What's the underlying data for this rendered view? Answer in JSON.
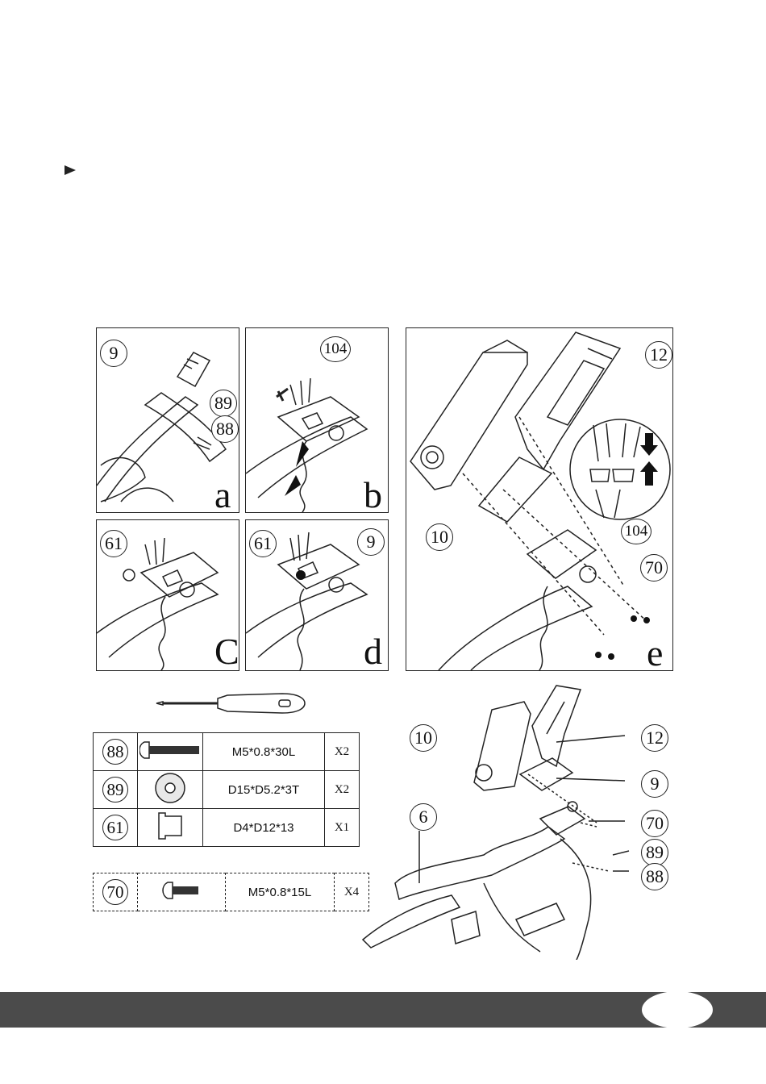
{
  "panels": {
    "a": {
      "letter": "a",
      "callouts": [
        "9",
        "89",
        "88"
      ]
    },
    "b": {
      "letter": "b",
      "callouts": [
        "104"
      ]
    },
    "c": {
      "letter": "C",
      "callouts": [
        "61"
      ]
    },
    "d": {
      "letter": "d",
      "callouts": [
        "61",
        "9"
      ]
    },
    "e": {
      "letter": "e",
      "callouts": [
        "12",
        "10",
        "104",
        "70"
      ]
    }
  },
  "assembly_callouts": {
    "console": "10",
    "bracket": "12",
    "plate": "9",
    "screw_small": "70",
    "washer": "89",
    "screw_long": "88",
    "handlebar": "6"
  },
  "parts_table": [
    {
      "num": "88",
      "size": "M5*0.8*30L",
      "qty": "X2",
      "icon": "long-screw-icon"
    },
    {
      "num": "89",
      "size": "D15*D5.2*3T",
      "qty": "X2",
      "icon": "washer-icon"
    },
    {
      "num": "61",
      "size": "D4*D12*13",
      "qty": "X1",
      "icon": "bushing-icon"
    }
  ],
  "parts_table_2": [
    {
      "num": "70",
      "size": "M5*0.8*15L",
      "qty": "X4",
      "icon": "short-screw-icon"
    }
  ],
  "colors": {
    "footer": "#4b4b4b",
    "line": "#222222"
  }
}
